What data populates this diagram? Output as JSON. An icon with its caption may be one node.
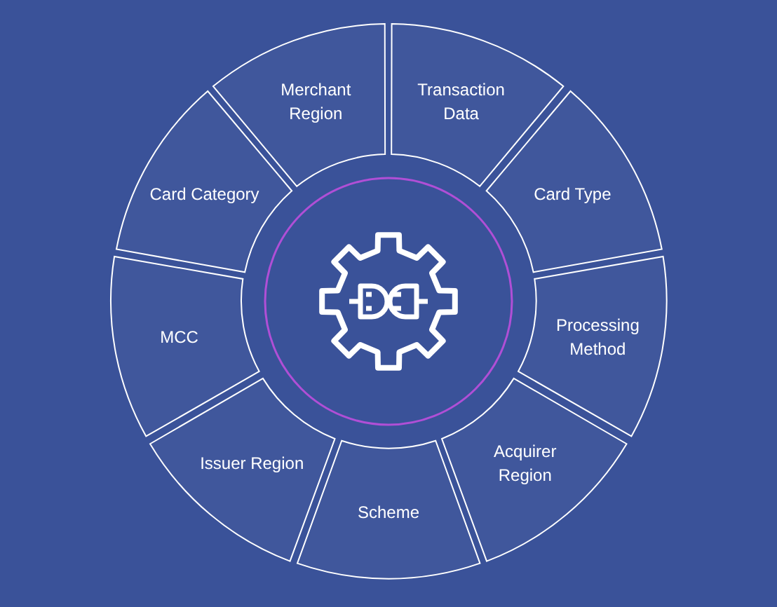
{
  "diagram": {
    "nodes": [
      {
        "text": [
          "Merchant Region"
        ]
      },
      {
        "text": [
          "Transaction Data"
        ]
      },
      {
        "text": [
          "Card Type"
        ]
      },
      {
        "text": [
          "Processing Method"
        ]
      },
      {
        "text": [
          "Acquirer Region"
        ]
      },
      {
        "text": [
          "Scheme"
        ]
      },
      {
        "text": [
          "Issuer Region"
        ]
      },
      {
        "text": [
          "MCC"
        ]
      },
      {
        "text": [
          "Card Category"
        ]
      }
    ]
  }
}
